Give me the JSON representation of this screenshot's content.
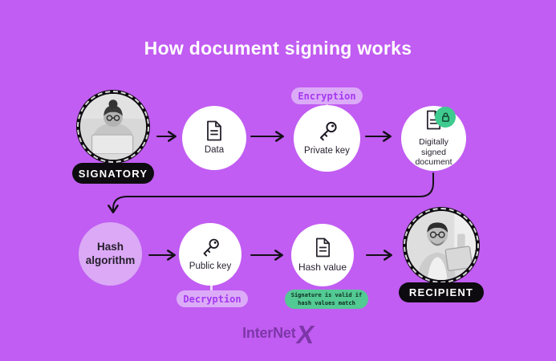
{
  "title": "How document signing works",
  "nodes": {
    "signatory": {
      "label": "SIGNATORY"
    },
    "data": {
      "label": "Data"
    },
    "private_key": {
      "label": "Private key"
    },
    "signed_document": {
      "label": "Digitally signed document"
    },
    "hash_algorithm": {
      "label": "Hash algorithm"
    },
    "public_key": {
      "label": "Public key"
    },
    "hash_value": {
      "label": "Hash value"
    },
    "recipient": {
      "label": "RECIPIENT"
    }
  },
  "badges": {
    "encryption": "Encryption",
    "decryption": "Decryption",
    "validity": {
      "line1": "Signature is valid if",
      "line2": "hash values match"
    }
  },
  "footer": {
    "brand": "InterNet",
    "brand_x": "X"
  },
  "colors": {
    "background": "#c15df2",
    "tag_background": "#dcabf8",
    "tag_text": "#a538f0",
    "hash_circle": "#dba9f6",
    "valid_green": "#53c993",
    "lock_badge_green": "#3fca8f",
    "pill_black": "#0d0b0f",
    "title_white": "#ffffff"
  }
}
